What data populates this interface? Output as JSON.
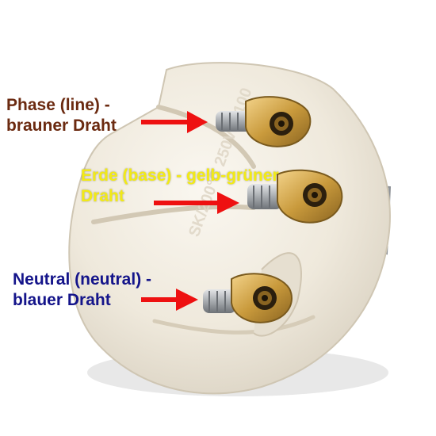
{
  "labels": {
    "phase": {
      "line1": "Phase (line) -",
      "line2": "brauner Draht",
      "color": "#6b2a10"
    },
    "erde": {
      "line1": "Erde (base) - gelb-grüner",
      "line2": "Draht",
      "color": "#f2ea16"
    },
    "neutral": {
      "line1": "Neutral (neutral) -",
      "line2": "blauer Draht",
      "color": "#14148a"
    }
  },
  "arrow_color": "#ee1111",
  "product_marking": "SK/200°C  250V  T-100"
}
